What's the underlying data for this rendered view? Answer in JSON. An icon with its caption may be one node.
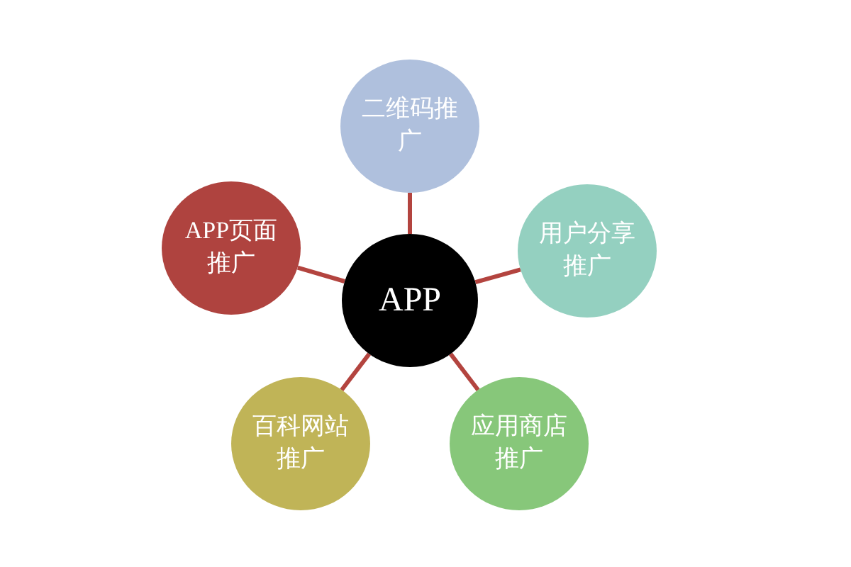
{
  "diagram": {
    "nodes": [
      {
        "text": [
          "二维码推广"
        ]
      },
      {
        "text": [
          "APP页面推广"
        ]
      },
      {
        "text": [
          "用户分享推广"
        ]
      },
      {
        "text": [
          "APP"
        ]
      },
      {
        "text": [
          "百科网站推广"
        ]
      },
      {
        "text": [
          "应用商店推广"
        ]
      }
    ],
    "edges": [
      {
        "from": 3,
        "to": 0,
        "arrow": "none"
      },
      {
        "from": 3,
        "to": 1,
        "arrow": "none"
      },
      {
        "from": 3,
        "to": 2,
        "arrow": "none"
      },
      {
        "from": 3,
        "to": 4,
        "arrow": "none"
      },
      {
        "from": 3,
        "to": 5,
        "arrow": "none"
      }
    ]
  }
}
